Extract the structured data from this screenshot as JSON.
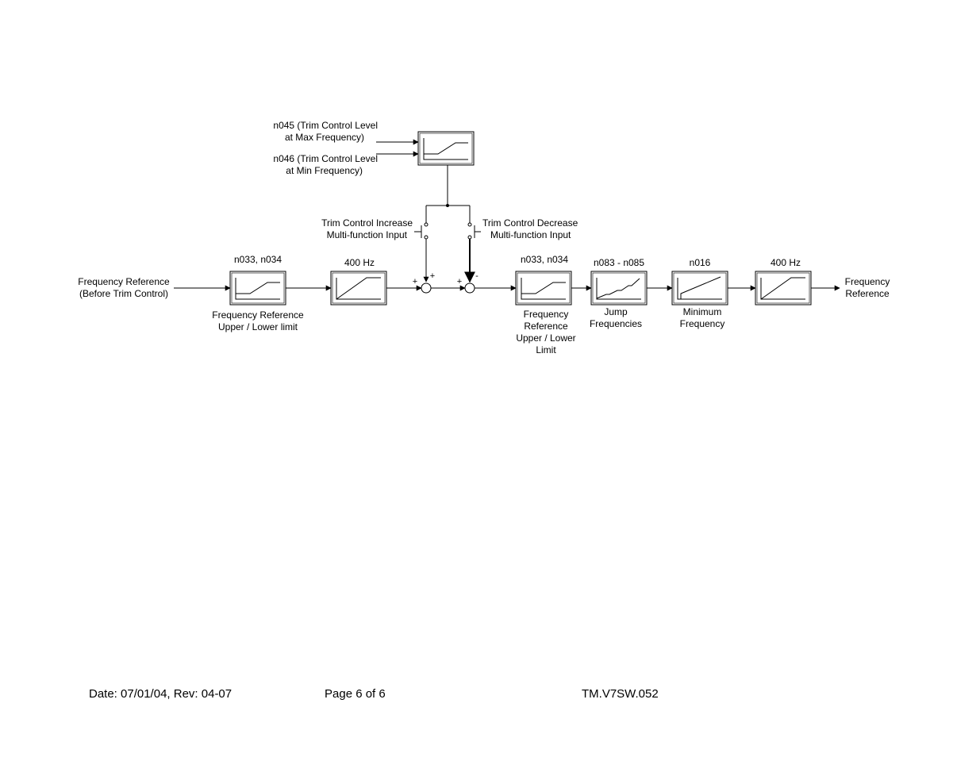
{
  "trim_level": {
    "max_lines": [
      "n045 (Trim Control Level",
      "at Max Frequency)"
    ],
    "min_lines": [
      "n046 (Trim Control Level",
      "at Min Frequency)"
    ]
  },
  "switches": {
    "increase_lines": [
      "Trim Control Increase",
      "Multi-function Input"
    ],
    "decrease_lines": [
      "Trim Control Decrease",
      "Multi-function Input"
    ]
  },
  "input": {
    "lines": [
      "Frequency Reference",
      "(Before Trim Control)"
    ]
  },
  "output": {
    "lines": [
      "Frequency",
      "Reference"
    ]
  },
  "blocks": [
    {
      "top": "n033, n034",
      "bottom": [
        "Frequency Reference",
        "Upper / Lower limit"
      ]
    },
    {
      "top": "400 Hz",
      "bottom": []
    },
    {
      "top": "n033, n034",
      "bottom": [
        "Frequency",
        "Reference",
        "Upper / Lower",
        "Limit"
      ]
    },
    {
      "top": "n083 - n085",
      "bottom": [
        "Jump",
        "Frequencies"
      ]
    },
    {
      "top": "n016",
      "bottom": [
        "Minimum",
        "Frequency"
      ]
    },
    {
      "top": "400 Hz",
      "bottom": []
    }
  ],
  "summing": {
    "s1": {
      "left": "+",
      "top": "+"
    },
    "s2": {
      "left": "+",
      "top": "-"
    }
  },
  "footer": {
    "date": "Date: 07/01/04, Rev: 04-07",
    "page": "Page 6 of 6",
    "doc": "TM.V7SW.052"
  }
}
